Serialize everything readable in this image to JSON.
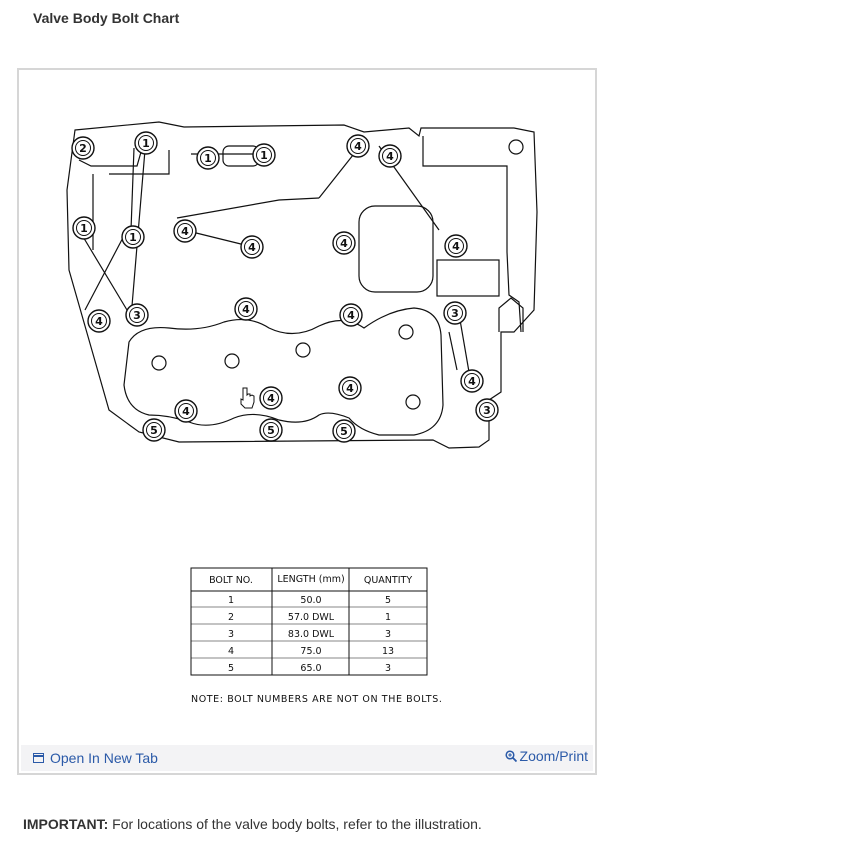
{
  "page": {
    "title": "Valve Body Bolt Chart"
  },
  "diagram": {
    "bolt_markers": [
      {
        "id": "b-top-left-2",
        "label": "2"
      },
      {
        "id": "b-top-1a",
        "label": "1"
      },
      {
        "id": "b-top-1b",
        "label": "1"
      },
      {
        "id": "b-top-1c",
        "label": "1"
      },
      {
        "id": "b-top-4a",
        "label": "4"
      },
      {
        "id": "b-top-4b",
        "label": "4"
      },
      {
        "id": "b-left-1",
        "label": "1"
      },
      {
        "id": "b-left-1b",
        "label": "1"
      },
      {
        "id": "b-mid-4a",
        "label": "4"
      },
      {
        "id": "b-mid-4b",
        "label": "4"
      },
      {
        "id": "b-mid-4c",
        "label": "4"
      },
      {
        "id": "b-right-4a",
        "label": "4"
      },
      {
        "id": "b-left-4",
        "label": "4"
      },
      {
        "id": "b-left-3",
        "label": "3"
      },
      {
        "id": "b-mid-4d",
        "label": "4"
      },
      {
        "id": "b-mid-4e",
        "label": "4"
      },
      {
        "id": "b-right-3a",
        "label": "3"
      },
      {
        "id": "b-right-4b",
        "label": "4"
      },
      {
        "id": "b-right-3b",
        "label": "3"
      },
      {
        "id": "b-low-4a",
        "label": "4"
      },
      {
        "id": "b-low-4b",
        "label": "4"
      },
      {
        "id": "b-low-4c",
        "label": "4"
      },
      {
        "id": "b-bot-5a",
        "label": "5"
      },
      {
        "id": "b-bot-5b",
        "label": "5"
      },
      {
        "id": "b-bot-5c",
        "label": "5"
      }
    ]
  },
  "bolt_table": {
    "headers": [
      "BOLT NO.",
      "LENGTH (mm)",
      "QUANTITY"
    ],
    "rows": [
      [
        "1",
        "50.0",
        "5"
      ],
      [
        "2",
        "57.0 DWL",
        "1"
      ],
      [
        "3",
        "83.0 DWL",
        "3"
      ],
      [
        "4",
        "75.0",
        "13"
      ],
      [
        "5",
        "65.0",
        "3"
      ]
    ]
  },
  "note": "NOTE: BOLT NUMBERS ARE NOT ON THE BOLTS.",
  "footer": {
    "open_tab": "Open In New Tab",
    "zoom_print": "Zoom/Print",
    "open_tab_icon": "open-in-new-tab-icon",
    "zoom_icon": "magnifier-plus-icon"
  },
  "important": {
    "label": "IMPORTANT:",
    "text": " For locations of the valve body bolts, refer to the illustration."
  },
  "colors": {
    "link": "#2b5aa8",
    "frame_border": "#d6d6d6",
    "footer_bg": "#f3f3f5"
  }
}
